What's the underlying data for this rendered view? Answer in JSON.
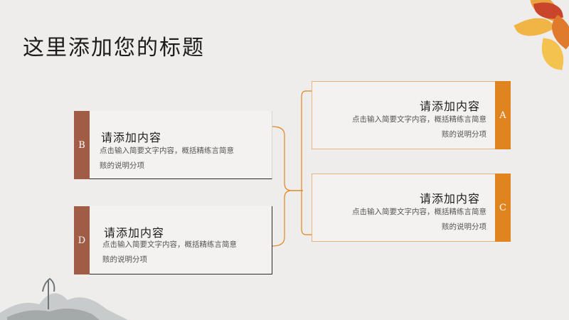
{
  "slide": {
    "title": "这里添加您的标题"
  },
  "cards": {
    "a": {
      "letter": "A",
      "heading": "请添加内容",
      "desc_line1": "点击输入简要文字内容，概括精练言简意",
      "desc_line2": "赅的说明分项"
    },
    "b": {
      "letter": "B",
      "heading": "请添加内容",
      "desc_line1": "点击输入简要文字内容，概括精练言简意",
      "desc_line2": "赅的说明分项"
    },
    "c": {
      "letter": "C",
      "heading": "请添加内容",
      "desc_line1": "点击输入简要文字内容，概括精练言简意",
      "desc_line2": "赅的说明分项"
    },
    "d": {
      "letter": "D",
      "heading": "请添加内容",
      "desc_line1": "点击输入简要文字内容，概括精练言简意",
      "desc_line2": "赅的说明分项"
    }
  },
  "colors": {
    "accent_brown": "#a05c45",
    "accent_orange": "#e0841f",
    "connector": "#e0841f"
  },
  "decorations": {
    "top_right": "autumn-leaves",
    "bottom_left": "ink-landscape"
  }
}
